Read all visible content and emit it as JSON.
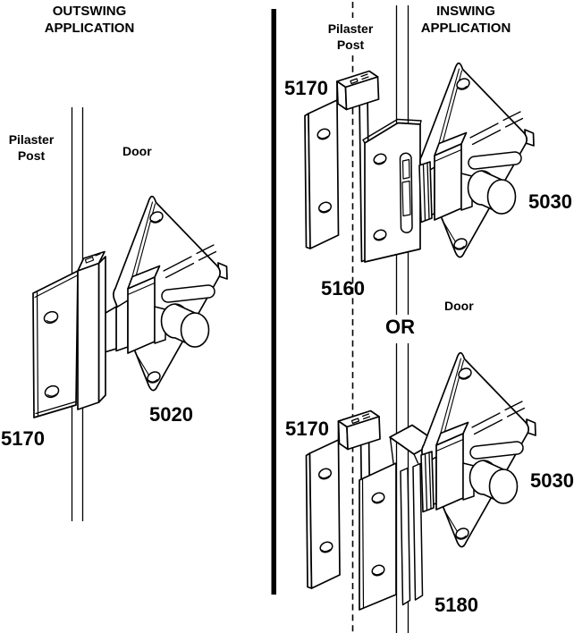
{
  "outswing": {
    "title_lines": [
      "OUTSWING",
      "APPLICATION"
    ],
    "pilaster_label_lines": [
      "Pilaster",
      "Post"
    ],
    "door_label": "Door",
    "keeper_part": "5170",
    "latch_part": "5020"
  },
  "inswing": {
    "title_lines": [
      "INSWING",
      "APPLICATION"
    ],
    "pilaster_label_lines": [
      "Pilaster",
      "Post"
    ],
    "door_label": "Door",
    "or_label": "OR",
    "option1": {
      "keeper_part": "5170",
      "bracket_part": "5160",
      "latch_part": "5030"
    },
    "option2": {
      "keeper_part": "5170",
      "bracket_part": "5180",
      "latch_part": "5030"
    }
  },
  "colors": {
    "ink": "#000000",
    "paper": "#ffffff"
  }
}
